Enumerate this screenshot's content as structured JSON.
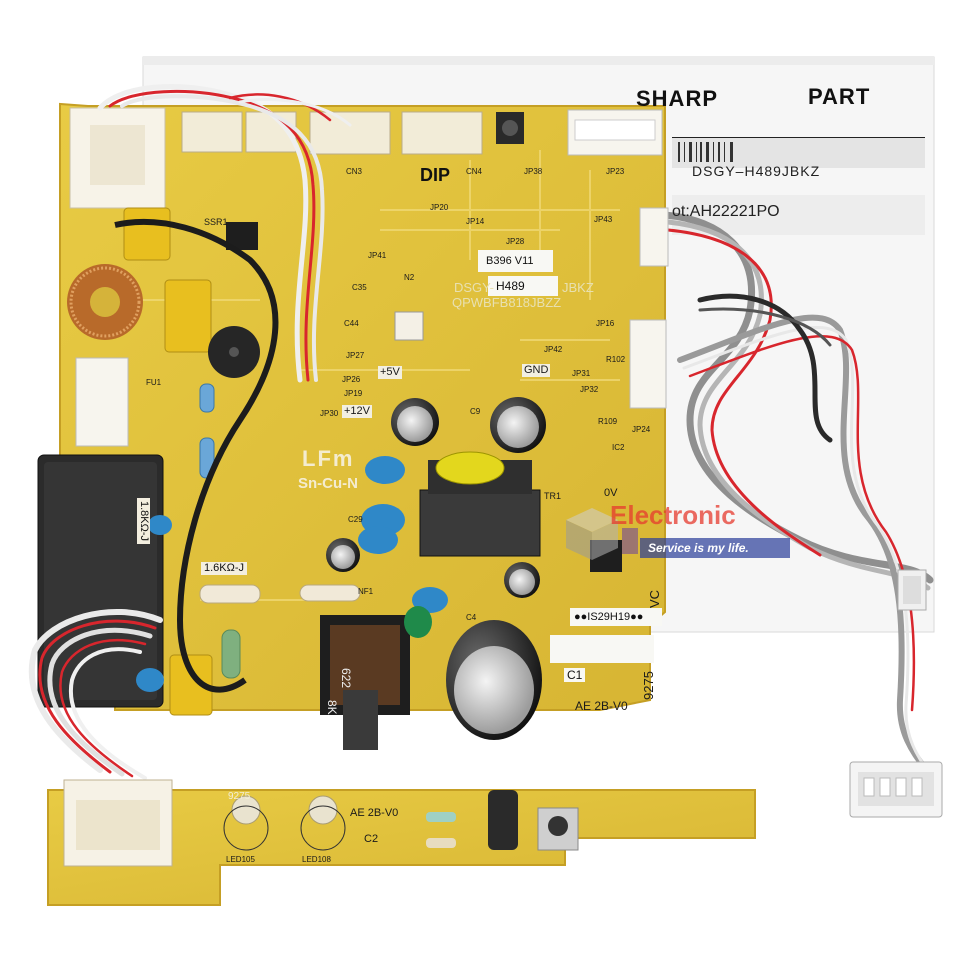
{
  "label_sheet": {
    "brand": "SHARP",
    "part_word": "PART",
    "model": "DSGY–H489JBKZ",
    "lot": "ot:AH22221PO"
  },
  "board": {
    "tags": {
      "b396": "B396 V11",
      "dsgy_prefix": "DSGY-",
      "h489": "H489",
      "jbkz": "JBKZ",
      "qpwb": "QPWBFB818JBZZ",
      "is29": "●●IS29H19●●",
      "c1": "C1",
      "ae": "AE 2B-V0"
    },
    "silk": {
      "dip": "DIP",
      "plus5v": "+5V",
      "plus12v": "+12V",
      "gnd": "GND",
      "lf": "LFm",
      "sn_cu": "Sn-Cu-N",
      "res_1_6k": "1.6KΩ-J",
      "res_1_8k": "1.8KΩ-J",
      "ov": "0V",
      "n622": "622",
      "n8k": "8K",
      "n9275": "9275",
      "vc": "VC",
      "tr1": "TR1",
      "fu1": "FU1",
      "ssr1": "SSR1",
      "n2": "N2",
      "cn3": "CN3",
      "cn4": "CN4",
      "jp20": "JP20",
      "jp14": "JP14",
      "jp28": "JP28",
      "jp41": "JP41",
      "jp27": "JP27",
      "jp26": "JP26",
      "jp19": "JP19",
      "jp30": "JP30",
      "jp42": "JP42",
      "jp31": "JP31",
      "jp32": "JP32",
      "jp24": "JP24",
      "jp16": "JP16",
      "jp43": "JP43",
      "jp38": "JP38",
      "jp23": "JP23",
      "r102": "R102",
      "r109": "R109",
      "c35": "C35",
      "c44": "C44",
      "c9": "C9",
      "c4": "C4",
      "c29": "C29",
      "nf1": "NF1",
      "ic2": "IC2"
    }
  },
  "display_board": {
    "led105": "LED105",
    "led108": "LED108",
    "c2": "C2",
    "ae": "AE 2B-V0",
    "code": "9275"
  },
  "watermark": {
    "brand": "Electronic",
    "slogan": "Service is my life."
  },
  "colors": {
    "pcb": "#e2c33c",
    "pcb_edge": "#cda82a",
    "wire_red": "#d8262d",
    "wire_white": "#f2f2f2",
    "wire_gray": "#9a9a9a",
    "cable_black": "#1c1c1c",
    "watermark": "#e63b2e",
    "cap_blue": "#2f88c8",
    "relay_black": "#2b2b2b"
  }
}
